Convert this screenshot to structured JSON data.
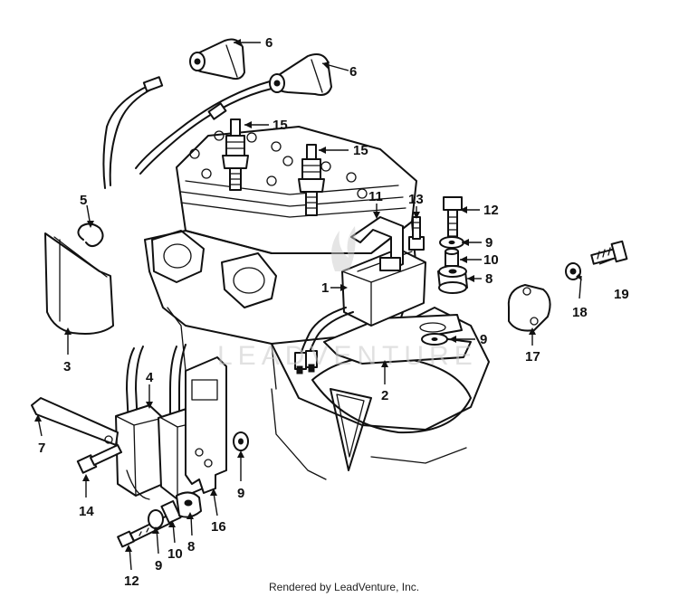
{
  "diagram": {
    "callouts": [
      {
        "id": "c6a",
        "text": "6"
      },
      {
        "id": "c6b",
        "text": "6"
      },
      {
        "id": "c15a",
        "text": "15"
      },
      {
        "id": "c15b",
        "text": "15"
      },
      {
        "id": "c5",
        "text": "5"
      },
      {
        "id": "c13",
        "text": "13"
      },
      {
        "id": "c11",
        "text": "11"
      },
      {
        "id": "c12a",
        "text": "12"
      },
      {
        "id": "c9a",
        "text": "9"
      },
      {
        "id": "c10a",
        "text": "10"
      },
      {
        "id": "c8a",
        "text": "8"
      },
      {
        "id": "c1",
        "text": "1"
      },
      {
        "id": "c19",
        "text": "19"
      },
      {
        "id": "c18",
        "text": "18"
      },
      {
        "id": "c17",
        "text": "17"
      },
      {
        "id": "c9b",
        "text": "9"
      },
      {
        "id": "c2",
        "text": "2"
      },
      {
        "id": "c3",
        "text": "3"
      },
      {
        "id": "c4",
        "text": "4"
      },
      {
        "id": "c7",
        "text": "7"
      },
      {
        "id": "c14",
        "text": "14"
      },
      {
        "id": "c9c",
        "text": "9"
      },
      {
        "id": "c16",
        "text": "16"
      },
      {
        "id": "c12b",
        "text": "12"
      },
      {
        "id": "c9d",
        "text": "9"
      },
      {
        "id": "c10b",
        "text": "10"
      },
      {
        "id": "c8b",
        "text": "8"
      }
    ],
    "watermark": "LEADVENTURE",
    "footer": "Rendered by LeadVenture, Inc."
  }
}
